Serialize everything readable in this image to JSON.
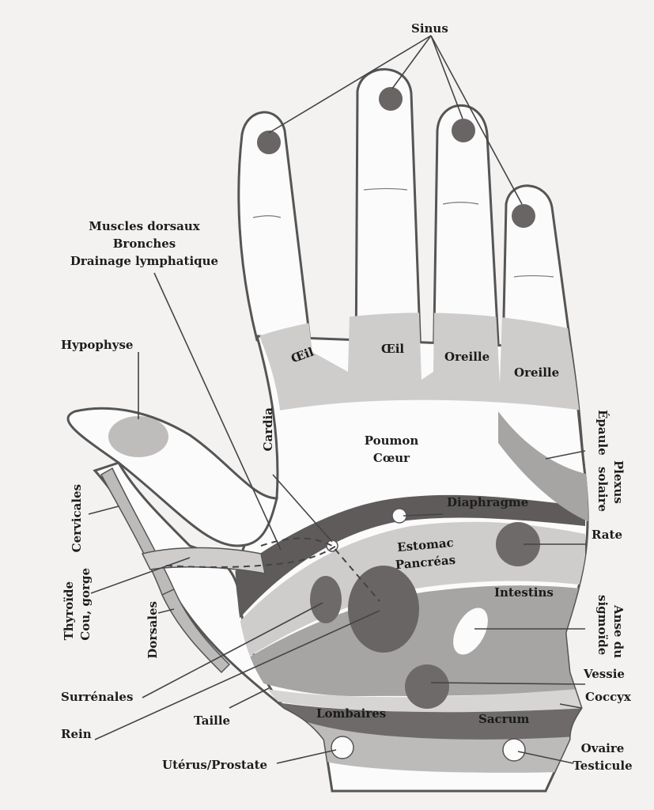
{
  "labels": {
    "sinus": "Sinus",
    "muscles_dorsaux": "Muscles dorsaux",
    "bronches": "Bronches",
    "drainage_lymphatique": "Drainage lymphatique",
    "hypophyse": "Hypophyse",
    "cardia": "Cardia",
    "oeil_1": "Œil",
    "oeil_2": "Œil",
    "oreille_1": "Oreille",
    "oreille_2": "Oreille",
    "poumon": "Poumon",
    "coeur": "Cœur",
    "epaule": "Épaule",
    "plexus_solaire_1": "Plexus",
    "plexus_solaire_2": "solaire",
    "cervicales": "Cervicales",
    "diaphragme": "Diaphragme",
    "rate": "Rate",
    "estomac": "Estomac",
    "pancreas": "Pancréas",
    "thyroide": "Thyroïde",
    "cou_gorge": "Cou, gorge",
    "dorsales": "Dorsales",
    "intestins": "Intestins",
    "anse_du": "Anse du",
    "sigmoide": "sigmoïde",
    "vessie": "Vessie",
    "surrenales": "Surrénales",
    "coccyx": "Coccyx",
    "taille": "Taille",
    "lombaires": "Lombaires",
    "sacrum": "Sacrum",
    "rein": "Rein",
    "ovaire": "Ovaire",
    "testicule": "Testicule",
    "uterus_prostate": "Utérus/Prostate"
  },
  "colors": {
    "background": "#f4f2f1",
    "outline": "#555555",
    "zone_light": "#cfcccc",
    "zone_mid": "#a7a4a4",
    "zone_dark": "#6e6a6a",
    "zone_darkest": "#5a5656",
    "text": "#1d1d1d"
  }
}
